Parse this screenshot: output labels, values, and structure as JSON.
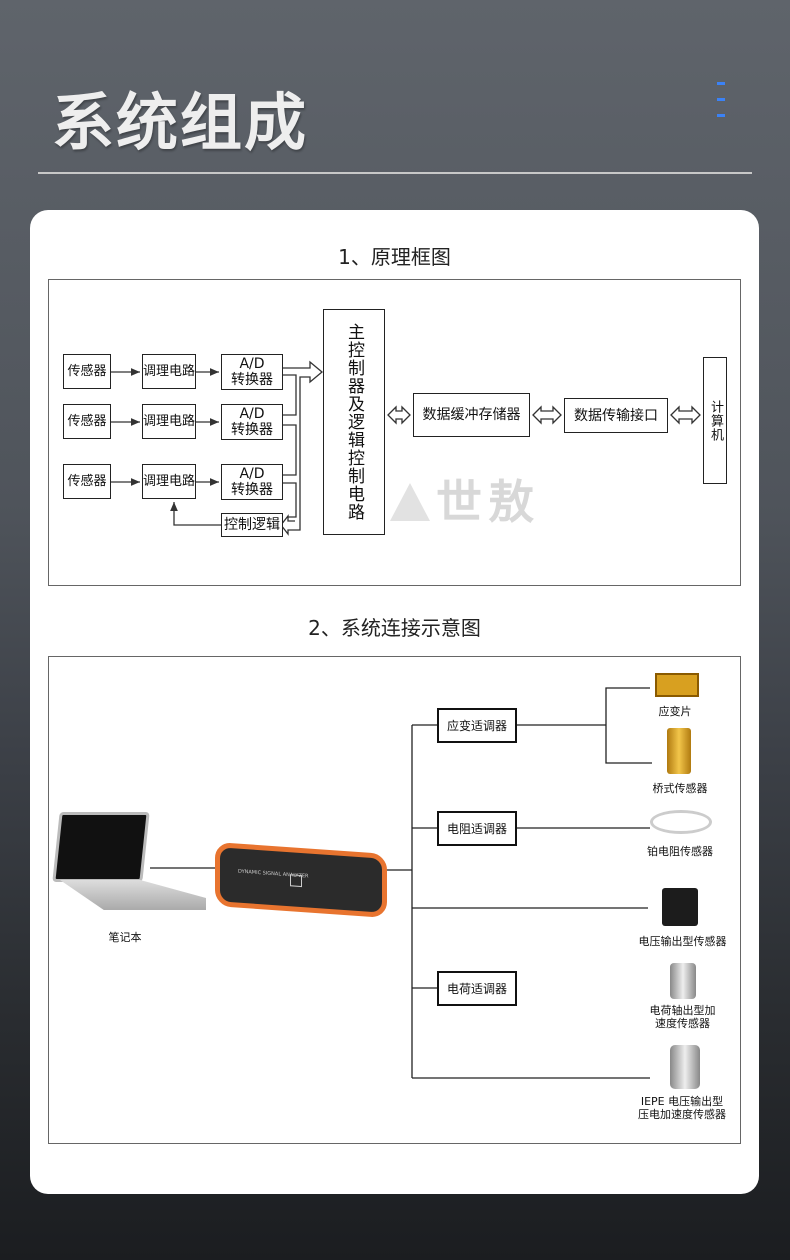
{
  "header": {
    "title": "系统组成"
  },
  "section1": {
    "title": "1、原理框图",
    "sensor": "传感器",
    "conditioner": "调理电路",
    "adc_line1": "A/D",
    "adc_line2": "转换器",
    "control_logic": "控制逻辑",
    "main_controller": "主控制器及逻辑控制电路",
    "buffer": "数据缓冲存储器",
    "interface": "数据传输接口",
    "computer": "计算机",
    "watermark": "世敖"
  },
  "section2": {
    "title": "2、系统连接示意图",
    "laptop": "笔记本",
    "device_label": "DYNAMIC SIGNAL ANALYZER",
    "adapters": [
      "应变适调器",
      "电阻适调器",
      "电荷适调器"
    ],
    "sensors": [
      "应变片",
      "桥式传感器",
      "铂电阻传感器",
      "电压输出型传感器",
      "电荷轴出型加\n速度传感器",
      "IEPE 电压输出型\n压电加速度传感器"
    ]
  }
}
